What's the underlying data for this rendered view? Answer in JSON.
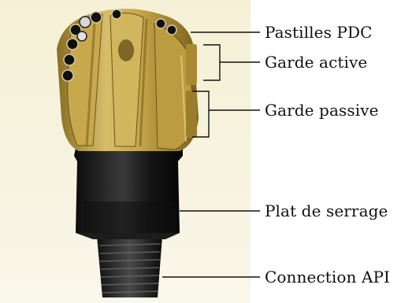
{
  "figure": {
    "subject": "pdc-drill-bit-photo",
    "labels": [
      {
        "id": "pastilles",
        "text": "Pastilles PDC"
      },
      {
        "id": "garde-active",
        "text": "Garde active"
      },
      {
        "id": "garde-passive",
        "text": "Garde passive"
      },
      {
        "id": "plat-serrage",
        "text": "Plat de serrage"
      },
      {
        "id": "connection-api",
        "text": "Connection API"
      }
    ]
  },
  "colors": {
    "gold": "#b99a3a",
    "gold_light": "#d8bf6a",
    "gold_dark": "#7d6320",
    "body_black": "#141414",
    "background": "#f6f1d6"
  }
}
